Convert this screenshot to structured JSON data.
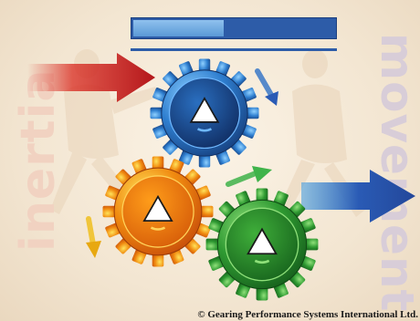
{
  "banner": {
    "progress_fraction": 0.45,
    "track_color": "#2d5ca8",
    "fill_color": "#8fc1ee"
  },
  "side_words": {
    "left": "inertia",
    "right": "movement"
  },
  "gears": [
    {
      "name": "blue-gear",
      "color": "#2f7fd0",
      "icon": "play-triangle-icon"
    },
    {
      "name": "orange-gear",
      "color": "#f08a10",
      "icon": "play-triangle-icon"
    },
    {
      "name": "green-gear",
      "color": "#2f9a32",
      "icon": "play-triangle-icon"
    }
  ],
  "arrows": [
    {
      "name": "red-arrow-icon",
      "color": "#d92a20"
    },
    {
      "name": "blue-arrow-icon",
      "color": "#2a5bb5"
    },
    {
      "name": "small-blue-arrow-icon",
      "color": "#3a78c8"
    },
    {
      "name": "small-green-arrow-icon",
      "color": "#3fb34a"
    },
    {
      "name": "small-yellow-arrow-icon",
      "color": "#f0c020"
    }
  ],
  "copyright": "© Gearing Performance Systems International Ltd."
}
